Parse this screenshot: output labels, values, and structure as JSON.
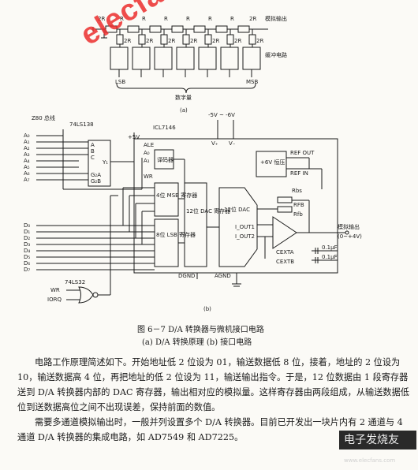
{
  "part_a": {
    "label_2r": "2R",
    "label_r": "R",
    "analog_out": "模拟输出",
    "switch_circuit": "缓冲电路",
    "lsb": "LSB",
    "msb": "MSB",
    "digital_value": "数字量",
    "subcaption": "(a)"
  },
  "part_b": {
    "z80_bus": "Z80 总线",
    "decoder_chip": "74LS138",
    "dac_chip": "ICL7146",
    "gate_chip": "74LS32",
    "addr_pins": [
      "A₀",
      "A₁",
      "A₂",
      "A₃",
      "A₄",
      "A₅",
      "A₆",
      "A₇"
    ],
    "data_pins": [
      "D₀",
      "D₁",
      "D₂",
      "D₃",
      "D₄",
      "D₅",
      "D₆",
      "D₇"
    ],
    "decoder_pins": [
      "A",
      "B",
      "C",
      "G₂A",
      "G₂B",
      "Y₁"
    ],
    "plus5v": "+5V",
    "supply": "-5V ~ -6V",
    "ale": "ALE",
    "addr_block_pins": [
      "A₀",
      "A₁"
    ],
    "decoder_block": "译码器",
    "wr": "WR",
    "msb_reg": "4位 MSB 寄存器",
    "lsb_reg": "8位 LSB 寄存器",
    "dac_reg": "12位 DAC 寄存器",
    "dac_main": "12位 DAC",
    "iout1": "I_OUT1",
    "iout2": "I_OUT2",
    "vplus": "V₊",
    "vminus": "V₋",
    "ref_block": "+6V 恒压",
    "ref_out": "REF OUT",
    "ref_in": "REF IN",
    "rbs": "Rbs",
    "rfb": "RFB",
    "rfb2": "Rfb",
    "cexta": "CEXTA",
    "cextb": "CEXTB",
    "analog_out": "模拟输出",
    "range": "(0~+4V)",
    "cap1": "0.1μF",
    "cap2": "0.1μF",
    "dgnd": "DGND",
    "agnd": "AGND",
    "wr_in": "WR",
    "iorq_in": "IORQ",
    "subcaption": "(b)"
  },
  "figure_caption": "图 6－7  D/A 转换器与微机接口电路",
  "figure_subcaption": "(a) D/A 转换原理    (b) 接口电路",
  "paragraphs": [
    "电路工作原理简述如下。开始地址低 2 位设为 01，输送数据低 8 位，接着，地址的 2 位设为 10，输送数据高 4 位，再把地址的低 2 位设为 11，输送输出指令。于是，12 位数据由 1 段寄存器送到 D/A 转换器内部的 DAC 寄存器，输出相对应的模拟量。这样寄存器由两段组成，从输送数据低位到送数据高位之间不出现误差，保持前面的数值。",
    "需要多通道模拟输出时，一般并列设置多个 D/A 转换器。目前已开发出一块片内有 2 通道与 4 通道 D/A 转换器的集成电路，如 AD7549 和 AD7225。"
  ],
  "watermark": "elecfans.com",
  "logo": {
    "text": "电子发烧友",
    "url_text": "www.elecfans.com"
  }
}
